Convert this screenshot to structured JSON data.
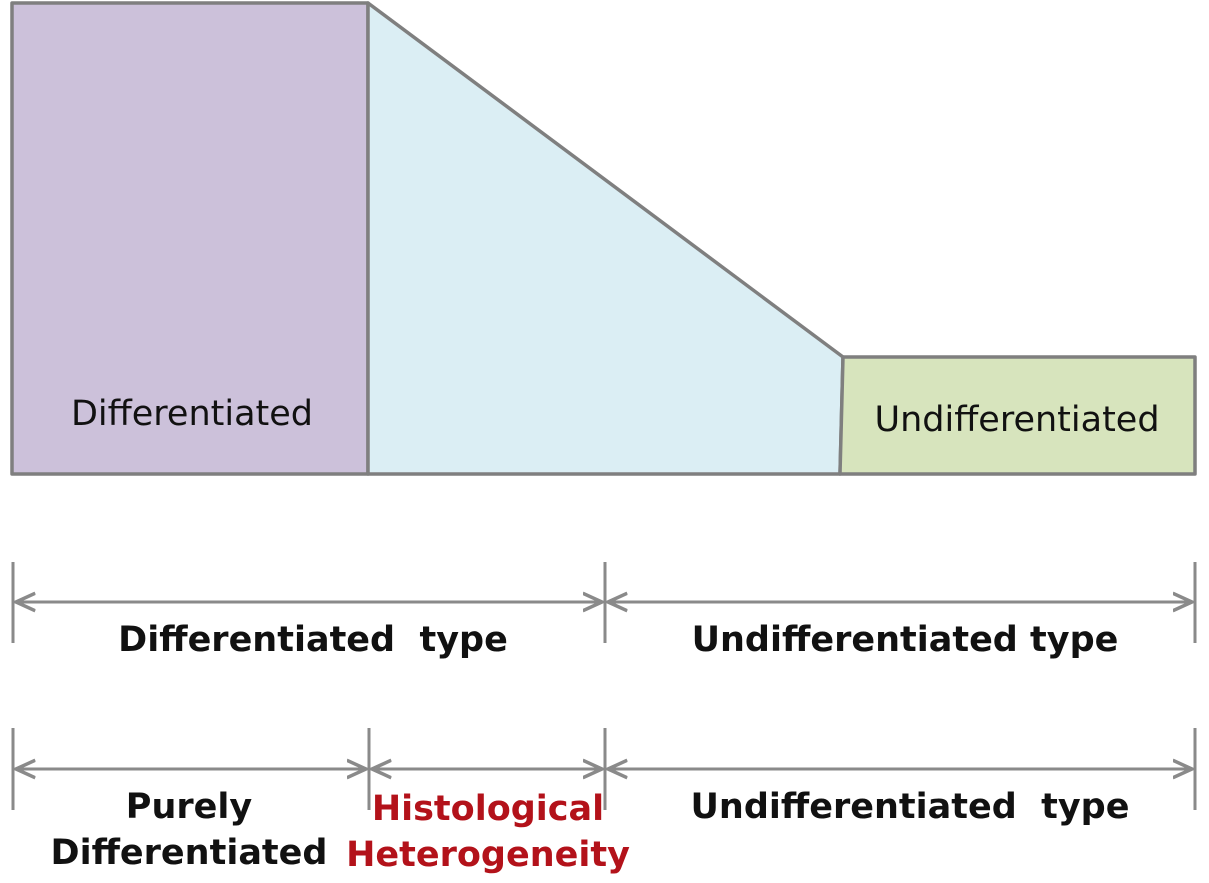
{
  "colors": {
    "differentiated_fill": "#ccc1da",
    "transition_fill": "#dbeef4",
    "undifferentiated_fill": "#d7e4bd",
    "outline": "#7f7f7f",
    "bracket": "#8a8a8a",
    "text": "#111111",
    "highlight_text": "#b3121a"
  },
  "regions": {
    "differentiated_label": "Differentiated",
    "undifferentiated_label": "Undifferentiated"
  },
  "row1": {
    "left_label": "Differentiated  type",
    "right_label": "Undifferentiated type"
  },
  "row2": {
    "left_label_line1": "Purely",
    "left_label_line2": "Differentiated",
    "middle_label_line1": "Histological",
    "middle_label_line2": "Heterogeneity",
    "right_label": "Undifferentiated  type"
  }
}
